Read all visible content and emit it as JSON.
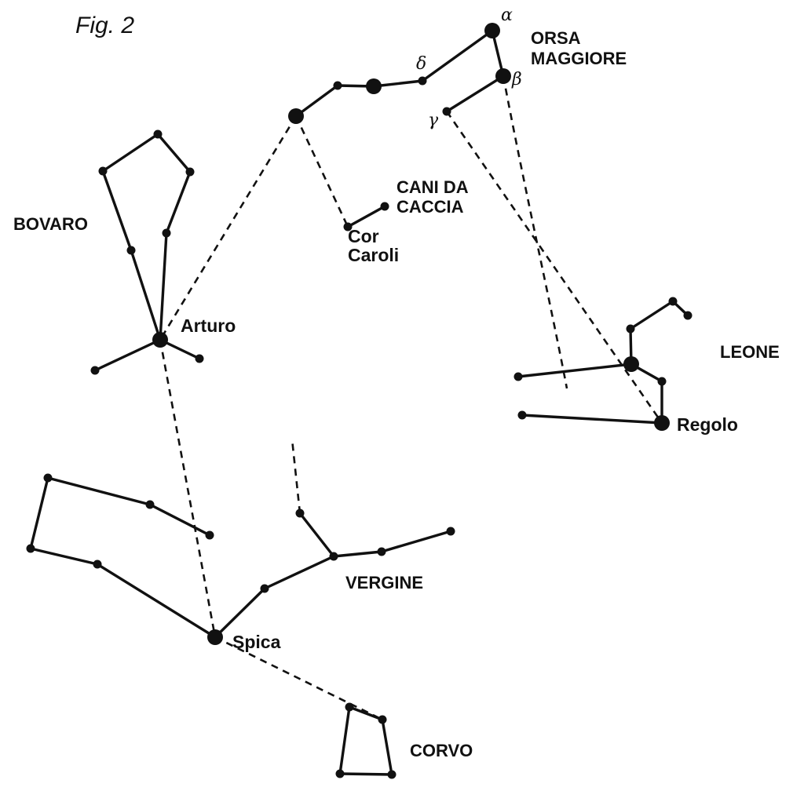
{
  "figure_label": "Fig. 2",
  "constellations": {
    "orsa_maggiore": "ORSA\nMAGGIORE",
    "cani_da_caccia": "CANI DA\nCACCIA",
    "bovaro": "BOVARO",
    "leone": "LEONE",
    "vergine": "VERGINE",
    "corvo": "CORVO"
  },
  "stars": {
    "cor_caroli": "Cor\nCaroli",
    "arturo": "Arturo",
    "regolo": "Regolo",
    "spica": "Spica"
  },
  "greek": {
    "alpha": "α",
    "beta": "β",
    "gamma": "γ",
    "delta": "δ"
  }
}
